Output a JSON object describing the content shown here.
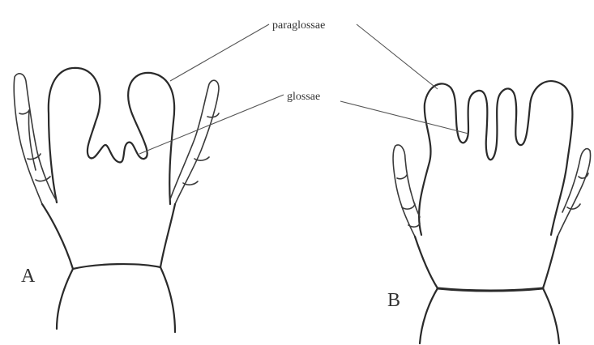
{
  "labels": {
    "paraglossae": "paraglossae",
    "glossae": "glossae",
    "panel_a": "A",
    "panel_b": "B"
  }
}
